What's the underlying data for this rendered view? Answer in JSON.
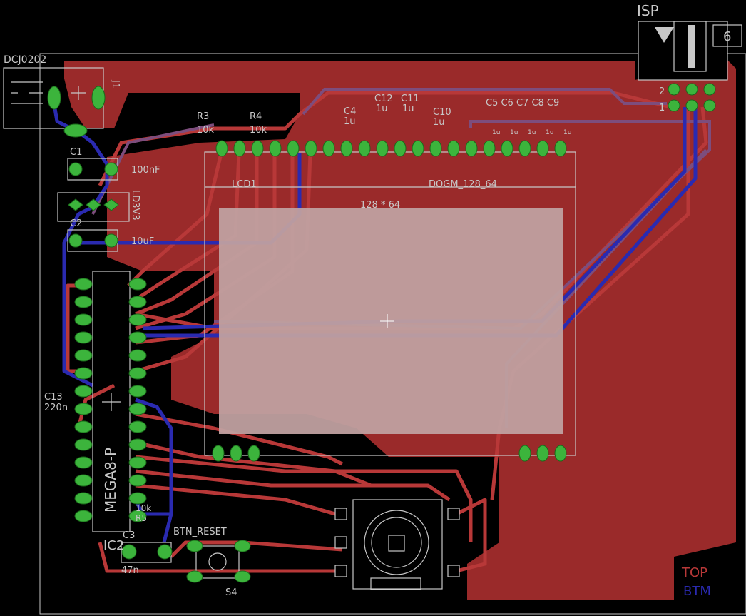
{
  "colors": {
    "background": "#000000",
    "top_copper": "#9a2a2a",
    "top_trace": "#b83838",
    "bottom_trace": "#2a2ab0",
    "pad": "#3cb43c",
    "silk": "#c8c8c8",
    "lcd_window": "#c0a0a0"
  },
  "labels": {
    "isp": "ISP",
    "isp_pins": "6",
    "dc_jack": "DCJ0202",
    "j1": "J1",
    "c1": "C1",
    "c1_value": "100nF",
    "ld3v3": "LD3V3",
    "c2": "C2",
    "c2_value": "10uF",
    "r3": "R3",
    "r3_value": "10k",
    "r4": "R4",
    "r4_value": "10k",
    "c4": "C4",
    "c4_value": "1u",
    "c12": "C12",
    "c12_value": "1u",
    "c11": "C11",
    "c11_value": "1u",
    "c10": "C10",
    "c10_value": "1u",
    "c5_c9": "C5 C6 C7 C8 C9",
    "lcd1": "LCD1",
    "lcd_part": "DOGM_128_64",
    "lcd_res": "128 * 64",
    "c13": "C13",
    "c13_value": "220n",
    "mcu": "MEGA8-P",
    "ic2": "IC2",
    "r_reset": "10k",
    "r_reset_name": "R5",
    "c3": "C3",
    "c3_value": "47n",
    "btn_reset": "BTN_RESET",
    "s4": "S4",
    "isp_pin2": "2",
    "isp_pin1": "1",
    "micro_cap": "1u",
    "layer_top": "TOP",
    "layer_bottom": "BTM"
  }
}
